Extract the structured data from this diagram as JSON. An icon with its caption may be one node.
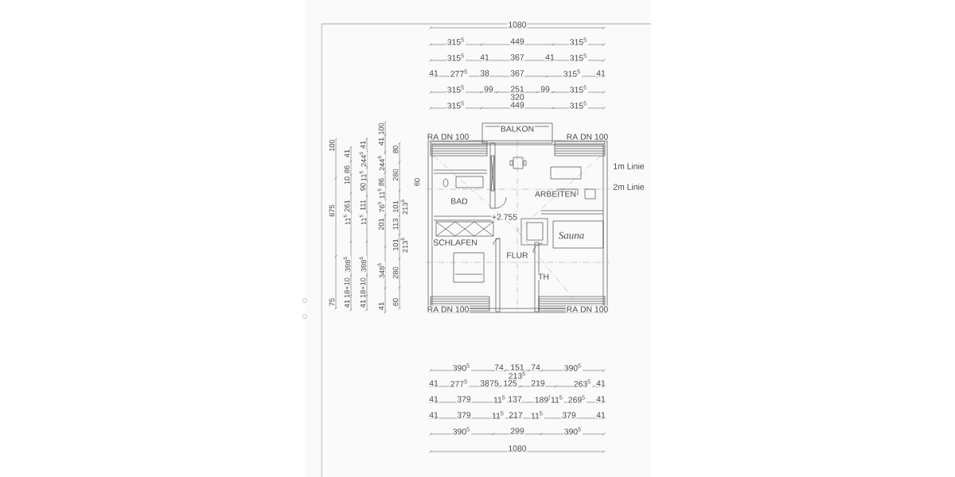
{
  "diagram": {
    "labels": [
      "1080",
      "315$^{5}$",
      "449",
      "315$^{5}$",
      "315$^{5}$",
      "41",
      "367",
      "41",
      "315$^{5}$",
      "41",
      "277$^{5}$",
      "38",
      "367",
      "315$^{5}$",
      "41",
      "315$^{5}$",
      "99",
      "251",
      "320",
      "99",
      "315$^{5}$",
      "315$^{5}$",
      "449",
      "315$^{5}$",
      "75",
      "875",
      "100",
      "41",
      "18+10",
      "398$^{5}$",
      "11$^{5}$",
      "261",
      "10",
      "86",
      "41",
      "41",
      "18+10",
      "398$^{5}$",
      "11$^{5}$",
      "111",
      "90",
      "11$^{5}$",
      "244$^{5}$",
      "41",
      "41",
      "348$^{5}$",
      "201",
      "76$^{5}$",
      "11$^{5}$",
      "86",
      "244$^{5}$",
      "41",
      "100",
      "60",
      "280",
      "101",
      "213$^{5}$",
      "113",
      "101",
      "213$^{5}$",
      "280",
      "80",
      "BALKON",
      "RA DN 100",
      "RA DN 100",
      "1m Linie",
      "2m Linie",
      "60",
      "ARBEITEN",
      "BAD",
      "+2.755",
      "Sauna",
      "SCHLAFEN",
      "FLUR",
      "TH",
      "RA DN 100",
      "RA DN 100",
      "390$^{5}$",
      "74",
      "151",
      "74",
      "390$^{5}$",
      "213$^{5}$",
      "41",
      "277$^{5}$",
      "38",
      "75",
      "125",
      "219",
      "263$^{5}$",
      "41",
      "41",
      "379",
      "11$^{5}$",
      "137",
      "189$^{5}$",
      "11$^{5}$",
      "269$^{5}$",
      "41",
      "41",
      "379",
      "11$^{5}$",
      "217",
      "11$^{5}$",
      "379",
      "41",
      "390$^{5}$",
      "299",
      "390$^{5}$",
      "1080"
    ]
  }
}
